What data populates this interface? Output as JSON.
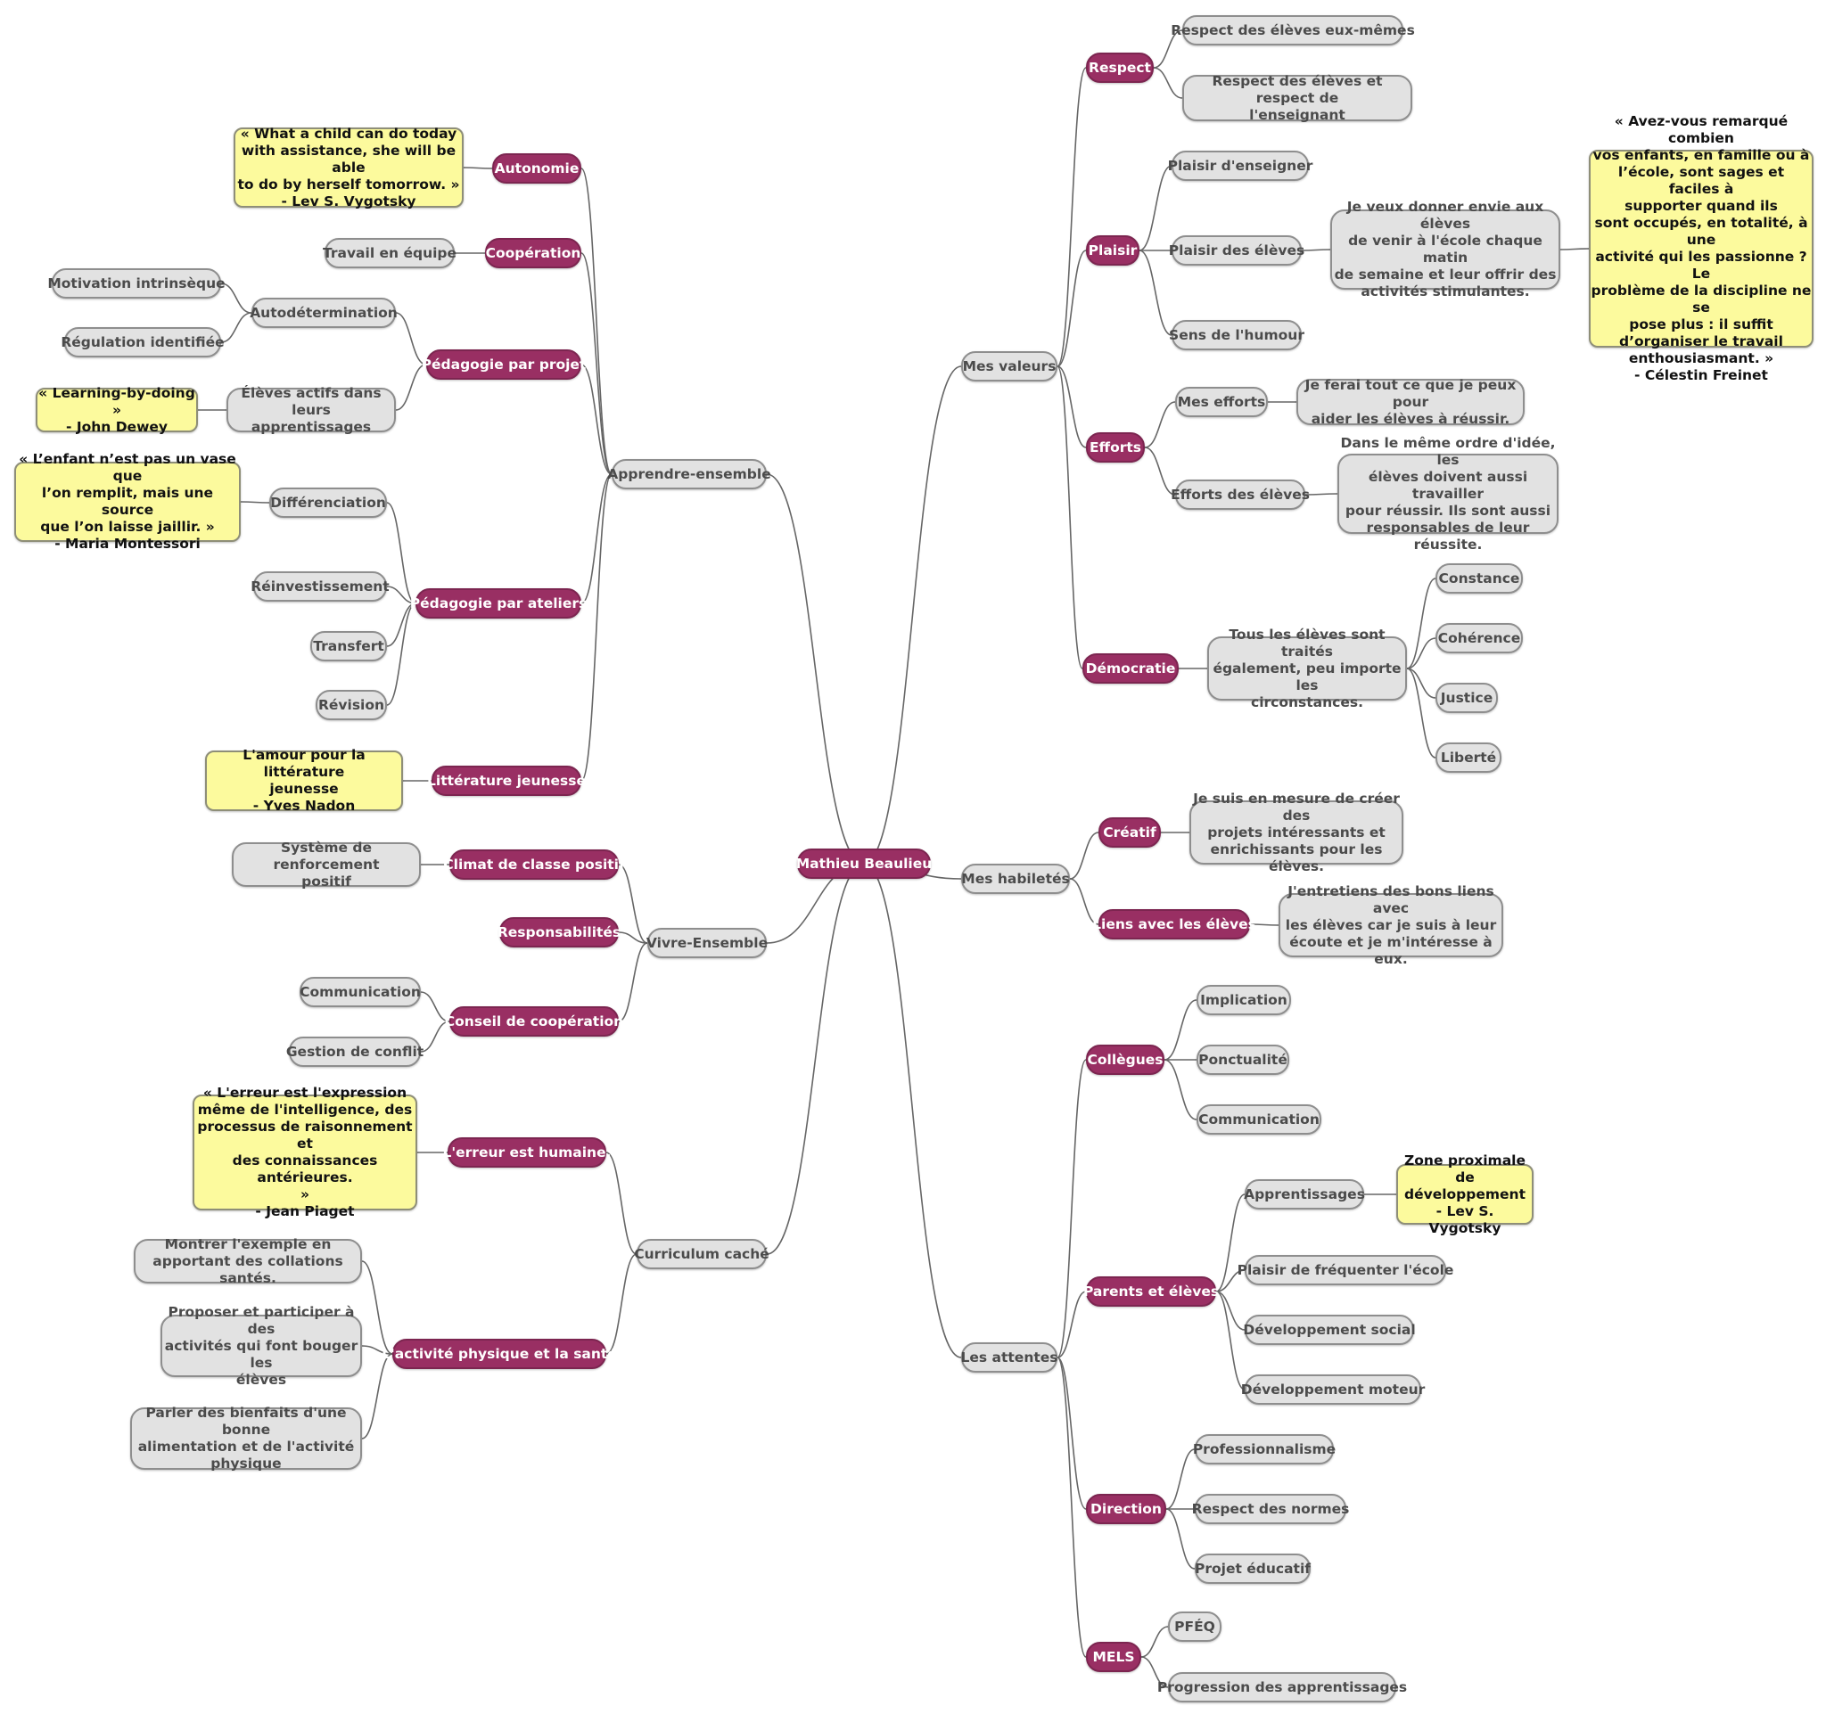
{
  "root": {
    "label": "Mathieu Beaulieu"
  },
  "branches": {
    "apprendre": {
      "label": "Apprendre-ensemble",
      "autonomie": {
        "label": "Autonomie",
        "quote": "« What a child can do today\nwith assistance, she will be able\nto do by herself tomorrow. »\n- Lev S. Vygotsky"
      },
      "cooperation": {
        "label": "Coopération",
        "child": "Travail en équipe"
      },
      "projet": {
        "label": "Pédagogie par projet",
        "autodetermination": "Autodétermination",
        "motivation": "Motivation intrinsèque",
        "regulation": "Régulation identifiée",
        "eleves_actifs": "Élèves actifs dans leurs\napprentissages",
        "quote": "« Learning-by-doing »\n- John Dewey"
      },
      "ateliers": {
        "label": "Pédagogie par ateliers",
        "differenciation": "Différenciation",
        "quote": "« L’enfant n’est pas un vase que\nl’on remplit, mais une source\nque l’on laisse jaillir. »\n- Maria Montessori",
        "reinvestissement": "Réinvestissement",
        "transfert": "Transfert",
        "revision": "Révision"
      },
      "litterature": {
        "label": "Littérature jeunesse",
        "quote": "L'amour pour la littérature\njeunesse\n- Yves Nadon"
      }
    },
    "vivre": {
      "label": "Vivre-Ensemble",
      "climat": {
        "label": "Climat de classe positif",
        "child": "Système de renforcement\npositif"
      },
      "responsabilites": {
        "label": "Responsabilités"
      },
      "conseil": {
        "label": "Conseil de coopération",
        "communication": "Communication",
        "conflit": "Gestion de conflit"
      }
    },
    "curriculum": {
      "label": "Curriculum caché",
      "erreur": {
        "label": "L'erreur est humaine.",
        "quote": "« L'erreur  est l'expression\nmême de l'intelligence, des\nprocessus de raisonnement et\ndes connaissances antérieures.\n»\n- Jean Piaget"
      },
      "activite": {
        "label": "L'activité physique et la santé",
        "c1": "Montrer l'exemple  en\napportant des collations santés.",
        "c2": "Proposer et participer à des\nactivités qui font bouger les\nélèves",
        "c3": "Parler des bienfaits d'une bonne\nalimentation et de l'activité\nphysique"
      }
    },
    "valeurs": {
      "label": "Mes valeurs",
      "respect": {
        "label": "Respect",
        "c1": "Respect des élèves eux-mêmes",
        "c2": "Respect des élèves et respect de\nl'enseignant"
      },
      "plaisir": {
        "label": "Plaisir",
        "c1": "Plaisir d'enseigner",
        "c2": "Plaisir des élèves",
        "c2_detail": "Je veux donner envie aux élèves\nde venir à l'école chaque matin\nde semaine et leur offrir des\nactivités stimulantes.",
        "quote": "« Avez-vous remarqué combien\nvos enfants, en famille ou à\nl’école, sont sages et faciles à\nsupporter quand ils\nsont occupés, en totalité, à une\nactivité qui les passionne ? Le\nproblème de la discipline ne se\npose plus : il suffit\nd’organiser le travail\nenthousiasmant. »\n- Célestin Freinet",
        "c3": "Sens de l'humour"
      },
      "efforts": {
        "label": "Efforts",
        "c1": "Mes efforts",
        "c1_detail": "Je ferai tout ce que je peux pour\naider les élèves à réussir.",
        "c2": "Efforts des élèves",
        "c2_detail": "Dans le même ordre d'idée, les\nélèves doivent aussi travailler\npour réussir. Ils sont aussi\nresponsables de leur réussite."
      },
      "democratie": {
        "label": "Démocratie",
        "detail": "Tous les élèves sont traités\négalement, peu importe les\ncirconstances.",
        "constance": "Constance",
        "coherence": "Cohérence",
        "justice": "Justice",
        "liberte": "Liberté"
      }
    },
    "habiletes": {
      "label": "Mes habiletés",
      "creatif": {
        "label": "Créatif",
        "detail": "Je suis en mesure de créer des\nprojets intéressants et\nenrichissants pour les élèves."
      },
      "liens": {
        "label": "Liens avec les élèves",
        "detail": "J'entretiens des bons liens avec\nles élèves car je suis à leur\nécoute et je m'intéresse à eux."
      }
    },
    "attentes": {
      "label": "Les attentes",
      "collegues": {
        "label": "Collègues",
        "c1": "Implication",
        "c2": "Ponctualité",
        "c3": "Communication"
      },
      "parents": {
        "label": "Parents et élèves",
        "c1": "Apprentissages",
        "c1_quote": "Zone proximale de\ndéveloppement\n- Lev S. Vygotsky",
        "c2": "Plaisir de fréquenter l'école",
        "c3": "Développement social",
        "c4": "Développement moteur"
      },
      "direction": {
        "label": "Direction",
        "c1": "Professionnalisme",
        "c2": "Respect des normes",
        "c3": "Projet éducatif"
      },
      "mels": {
        "label": "MELS",
        "c1": "PFÉQ",
        "c2": "Progression des apprentissages"
      }
    }
  }
}
